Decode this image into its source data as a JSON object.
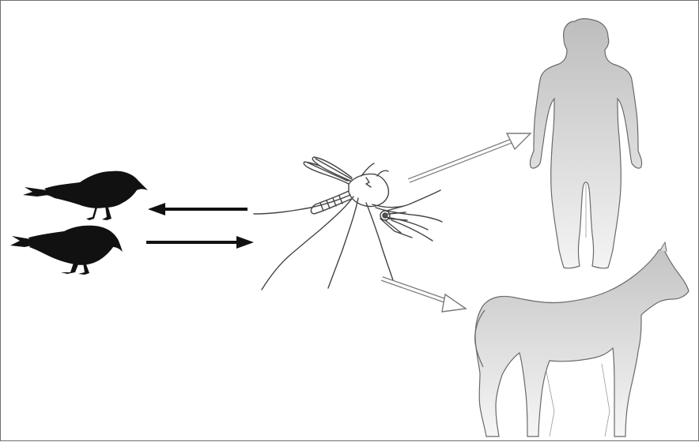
{
  "diagram": {
    "type": "transmission-cycle",
    "nodes": [
      {
        "id": "crow-upper",
        "kind": "bird",
        "icon": "crow-icon"
      },
      {
        "id": "crow-lower",
        "kind": "bird",
        "icon": "crow-icon"
      },
      {
        "id": "mosquito",
        "kind": "vector",
        "icon": "mosquito-icon"
      },
      {
        "id": "human",
        "kind": "incidental-host",
        "icon": "human-icon"
      },
      {
        "id": "horse",
        "kind": "incidental-host",
        "icon": "horse-icon"
      }
    ],
    "edges": [
      {
        "from": "mosquito",
        "to": "crow-upper",
        "style": "solid-black"
      },
      {
        "from": "crow-lower",
        "to": "mosquito",
        "style": "solid-black"
      },
      {
        "from": "mosquito",
        "to": "human",
        "style": "hollow-outline"
      },
      {
        "from": "mosquito",
        "to": "horse",
        "style": "hollow-outline"
      }
    ],
    "colors": {
      "bird_fill": "#111111",
      "host_fill_light": "#f2f2f2",
      "host_fill_dark": "#bdbdbd",
      "host_stroke": "#6a6a6a",
      "arrow_solid": "#111111",
      "arrow_hollow_stroke": "#7a7a7a",
      "frame_border": "#6f6f6f"
    }
  }
}
